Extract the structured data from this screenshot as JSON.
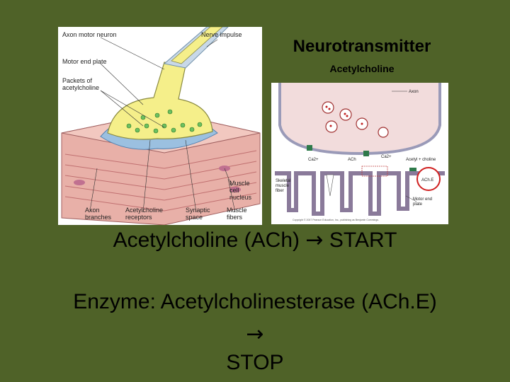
{
  "slide": {
    "title": "Neurotransmitter",
    "subtitle": "Acetylcholine",
    "line1_term": "Acetylcholine (ACh)",
    "line1_arrow": "→",
    "line1_result": "START",
    "line2": "Enzyme: Acetylcholinesterase (ACh.E)",
    "line2_arrow": "→",
    "line3": "STOP"
  },
  "figure_left": {
    "labels": {
      "axon_motor_neuron": "Axon motor neuron",
      "nerve_impulse": "Nerve impulse",
      "motor_end_plate": "Motor end plate",
      "packets_line1": "Packets of",
      "packets_line2": "acetylcholine",
      "muscle_nucleus_1": "Muscle",
      "muscle_nucleus_2": "cell",
      "muscle_nucleus_3": "nucleus",
      "axon_branches_1": "Axon",
      "axon_branches_2": "branches",
      "ach_receptors_1": "Acetylcholine",
      "ach_receptors_2": "receptors",
      "synaptic_space_1": "Synaptic",
      "synaptic_space_2": "space",
      "muscle_fibers_1": "Muscle",
      "muscle_fibers_2": "fibers"
    }
  },
  "figure_right": {
    "labels": {
      "axon": "Axon",
      "ca_left": "Ca2+",
      "ach": "ACh",
      "ca_right": "Ca2+",
      "acetyl_choline": "Acetyl + choline",
      "skeletal_1": "Skeletal",
      "skeletal_2": "muscle",
      "skeletal_3": "fiber",
      "ache": "ACh.E",
      "motor_end_1": "Motor end",
      "motor_end_2": "plate",
      "copyright": "Copyright © 2007 Pearson Education, Inc., publishing as Benjamin Cummings."
    }
  },
  "colors": {
    "background": "#4f6228",
    "neuron_fill": "#f5ef8a",
    "muscle_fill": "#e8b0a8",
    "highlight_circle": "#d02020"
  }
}
